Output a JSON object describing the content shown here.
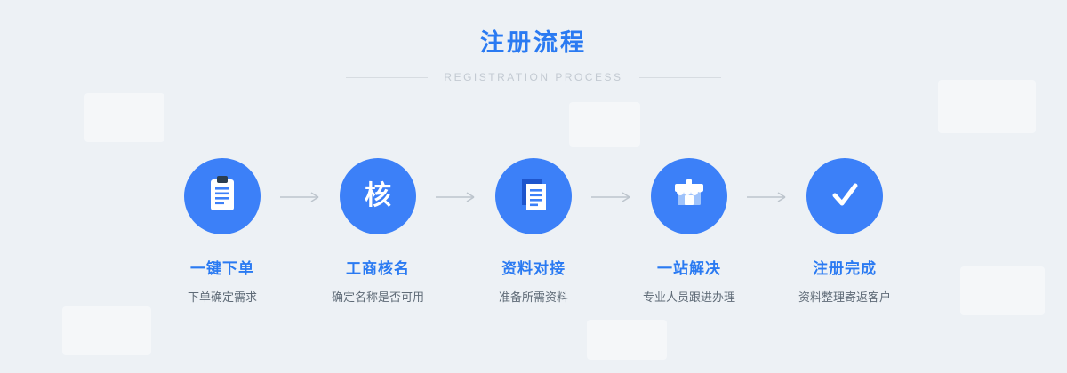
{
  "header": {
    "title": "注册流程",
    "subtitle": "REGISTRATION PROCESS"
  },
  "steps": [
    {
      "icon": "clipboard-icon",
      "title": "一键下单",
      "desc": "下单确定需求"
    },
    {
      "icon": "name-check-icon",
      "glyph": "核",
      "title": "工商核名",
      "desc": "确定名称是否可用"
    },
    {
      "icon": "documents-icon",
      "title": "资料对接",
      "desc": "准备所需资料"
    },
    {
      "icon": "store-icon",
      "title": "一站解决",
      "desc": "专业人员跟进办理"
    },
    {
      "icon": "check-icon",
      "title": "注册完成",
      "desc": "资料整理寄返客户"
    }
  ],
  "colors": {
    "accent_blue": "#2a7af2",
    "circle_blue": "#3c80f8",
    "arrow_gray": "#bdc5cd",
    "background": "#edf1f5",
    "desc_gray": "#5f6b77"
  }
}
